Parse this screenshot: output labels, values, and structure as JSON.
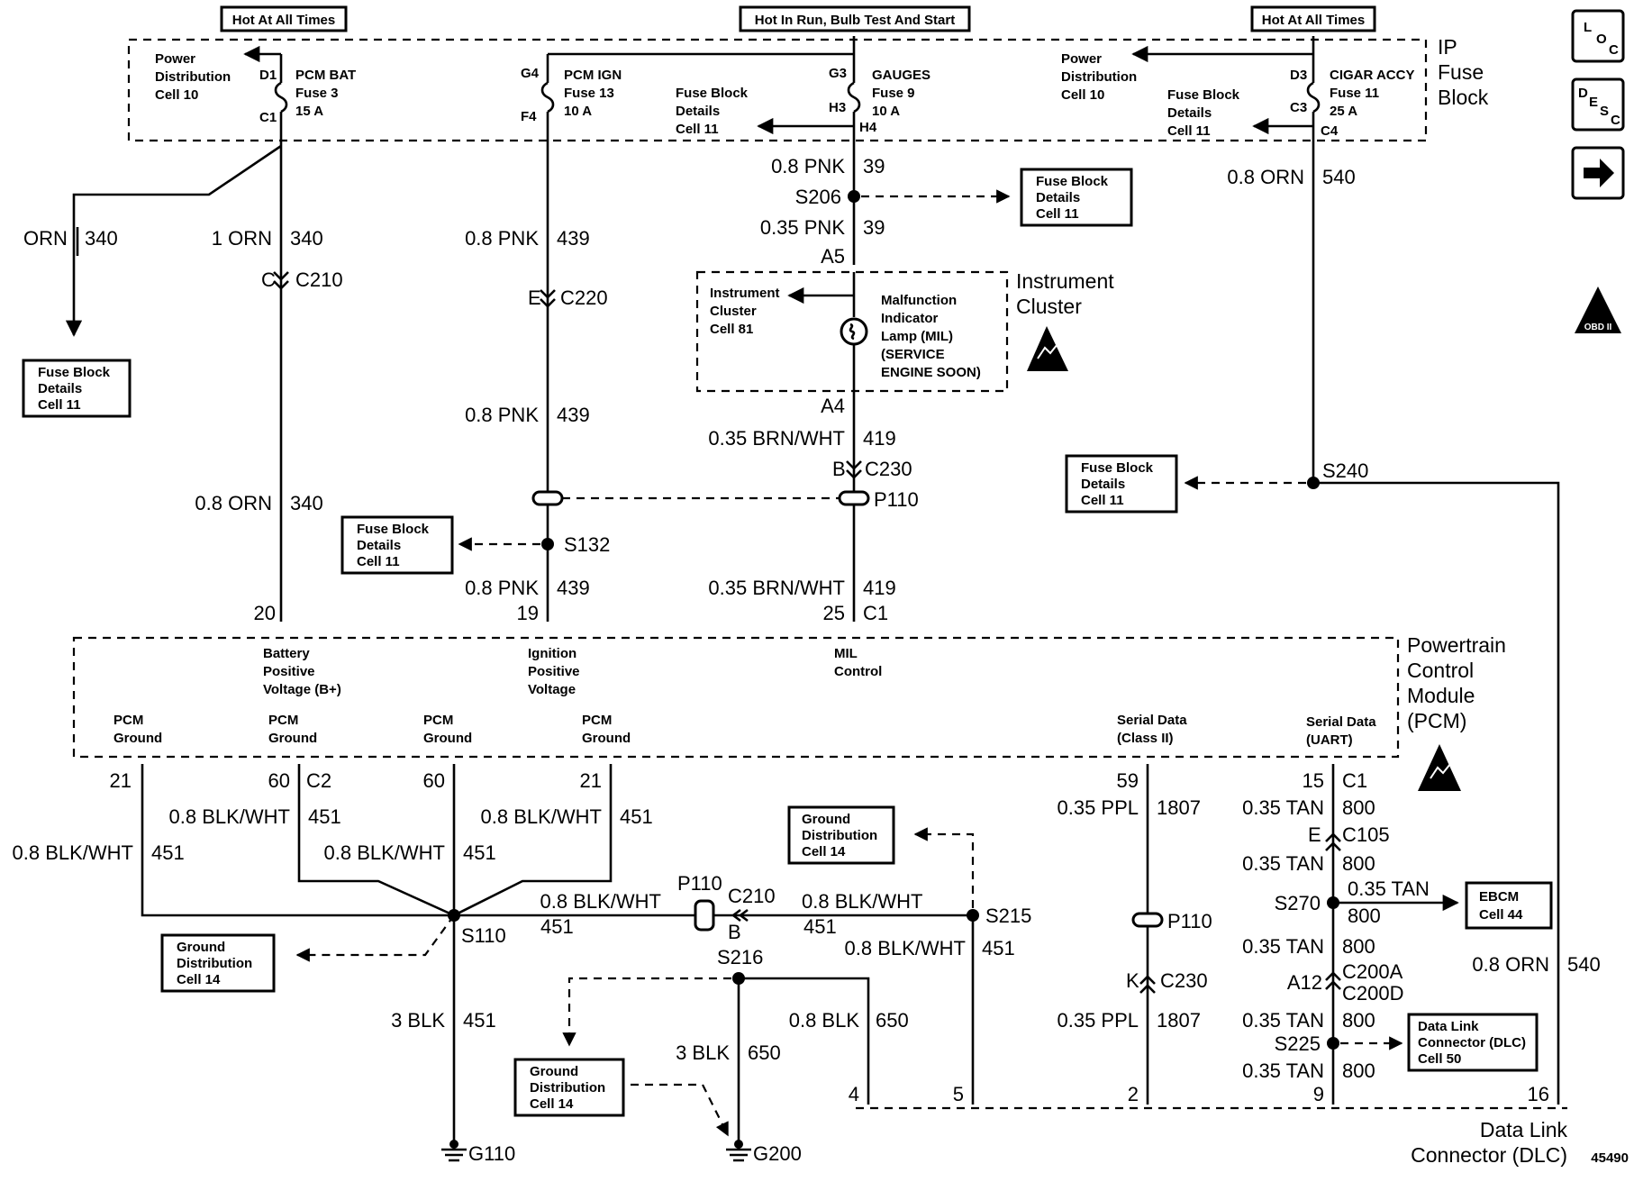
{
  "header": {
    "hot_all_left": "Hot At All Times",
    "hot_run": "Hot In Run, Bulb Test And Start",
    "hot_all_right": "Hot At All Times"
  },
  "side_icons": {
    "loc": "L O C",
    "desc": "D E S C",
    "obd": "OBD II",
    "icon_names": [
      "location-icon",
      "description-icon",
      "arrow-right-icon",
      "obd-ii-icon"
    ]
  },
  "fuse_block": {
    "title": [
      "IP",
      "Fuse",
      "Block"
    ],
    "pdc_left": [
      "Power",
      "Distribution",
      "Cell 10"
    ],
    "pdc_right": [
      "Power",
      "Distribution",
      "Cell 10"
    ],
    "pcm_bat": [
      "PCM BAT",
      "Fuse 3",
      "15 A"
    ],
    "pcm_ign": [
      "PCM IGN",
      "Fuse 13",
      "10 A"
    ],
    "gauges": [
      "GAUGES",
      "Fuse 9",
      "10 A"
    ],
    "cigar": [
      "CIGAR ACCY",
      "Fuse 11",
      "25 A"
    ],
    "fbd_mid": [
      "Fuse Block",
      "Details",
      "Cell 11"
    ],
    "fbd_right": [
      "Fuse Block",
      "Details",
      "Cell 11"
    ],
    "pins": {
      "d1": "D1",
      "c1": "C1",
      "g4": "G4",
      "f4": "F4",
      "g3": "G3",
      "h3": "H3",
      "h4": "H4",
      "d3": "D3",
      "c3": "C3",
      "c4": "C4"
    }
  },
  "wires": {
    "orn340_left": "ORN",
    "num340_left": "340",
    "orn1": "1 ORN",
    "num340": "340",
    "c210_pin": "C",
    "c210": "C210",
    "orn08": "0.8 ORN",
    "pnk08": "0.8 PNK",
    "num439": "439",
    "c220_pin": "E",
    "c220": "C220",
    "s132": "S132",
    "pnk08_39": "0.8 PNK",
    "num39": "39",
    "s206": "S206",
    "pnk035_39": "0.35 PNK",
    "a5": "A5",
    "a4": "A4",
    "brnwht": "0.35 BRN/WHT",
    "num419": "419",
    "c230_pin": "B",
    "c230": "C230",
    "p110": "P110",
    "orn540": "0.8 ORN",
    "num540": "540",
    "s240": "S240"
  },
  "fbd_boxes": {
    "left": [
      "Fuse Block",
      "Details",
      "Cell 11"
    ],
    "s132": [
      "Fuse Block",
      "Details",
      "Cell 11"
    ],
    "s206": [
      "Fuse Block",
      "Details",
      "Cell 11"
    ],
    "s240": [
      "Fuse Block",
      "Details",
      "Cell 11"
    ]
  },
  "cluster": {
    "title": [
      "Instrument",
      "Cluster"
    ],
    "link": [
      "Instrument",
      "Cluster",
      "Cell 81"
    ],
    "lamp": [
      "Malfunction",
      "Indicator",
      "Lamp (MIL)",
      "(SERVICE",
      "ENGINE SOON)"
    ]
  },
  "pcm": {
    "title": [
      "Powertrain",
      "Control",
      "Module",
      "(PCM)"
    ],
    "pin20": "20",
    "pin19": "19",
    "pin25": "25",
    "c1": "C1",
    "bat": [
      "Battery",
      "Positive",
      "Voltage (B+)"
    ],
    "ign": [
      "Ignition",
      "Positive",
      "Voltage"
    ],
    "mil": [
      "MIL",
      "Control"
    ],
    "gnd1": [
      "PCM",
      "Ground"
    ],
    "gnd2": [
      "PCM",
      "Ground"
    ],
    "gnd3": [
      "PCM",
      "Ground"
    ],
    "gnd4": [
      "PCM",
      "Ground"
    ],
    "sd2": [
      "Serial Data",
      "(Class II)"
    ],
    "sdu": [
      "Serial Data",
      "(UART)"
    ]
  },
  "bottom": {
    "p21a": "21",
    "p60a": "60",
    "c2": "C2",
    "p60b": "60",
    "p21b": "21",
    "blkwht": "0.8 BLK/WHT",
    "num451": "451",
    "s110": "S110",
    "p110": "P110",
    "c210": "C210",
    "c210_pin": "B",
    "s215": "S215",
    "s216": "S216",
    "blk3": "3 BLK",
    "blk08": "0.8 BLK",
    "num650": "650",
    "g110": "G110",
    "g200": "G200",
    "gd1": [
      "Ground",
      "Distribution",
      "Cell 14"
    ],
    "gd2": [
      "Ground",
      "Distribution",
      "Cell 14"
    ],
    "gd3": [
      "Ground",
      "Distribution",
      "Cell 14"
    ],
    "p59": "59",
    "ppl": "0.35 PPL",
    "num1807": "1807",
    "p15": "15",
    "c1": "C1",
    "tan": "0.35 TAN",
    "num800": "800",
    "c105_pin": "E",
    "c105": "C105",
    "s270": "S270",
    "ebcm": [
      "EBCM",
      "Cell 44"
    ],
    "p110r": "P110",
    "c230_pin": "K",
    "c230": "C230",
    "a12": "A12",
    "c200a": "C200A",
    "c200d": "C200D",
    "s225": "S225",
    "dlc_box": [
      "Data Link",
      "Connector (DLC)",
      "Cell 50"
    ],
    "orn": "0.8 ORN",
    "num540": "540",
    "d4": "4",
    "d5": "5",
    "d2": "2",
    "d9": "9",
    "d16": "16",
    "dlc": [
      "Data Link",
      "Connector (DLC)"
    ],
    "fig": "45490"
  }
}
